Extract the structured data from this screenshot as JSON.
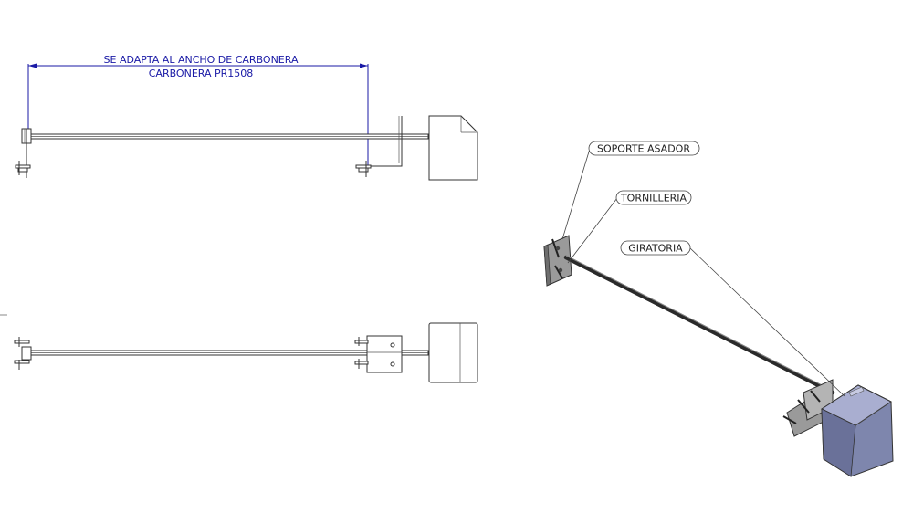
{
  "dimension": {
    "line1": "SE ADAPTA AL ANCHO DE CARBONERA",
    "line2": "CARBONERA PR1508"
  },
  "callouts": [
    {
      "id": "soporte",
      "label": "SOPORTE ASADOR"
    },
    {
      "id": "tornilleria",
      "label": "TORNILLERIA"
    },
    {
      "id": "giratoria",
      "label": "GIRATORIA"
    }
  ],
  "colors": {
    "dimension": "#1a1aa6",
    "line": "#333333",
    "iso_body": "#7e86ad",
    "iso_top": "#a9aed0",
    "iso_plate": "#9a9a9a"
  }
}
